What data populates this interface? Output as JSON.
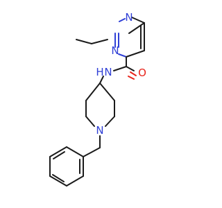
{
  "molecule": {
    "atoms": [
      {
        "id": "n_pyr2",
        "symbol": "N",
        "color": "#2f3fd6"
      },
      {
        "id": "n_pyr1",
        "symbol": "N",
        "color": "#2f3fd6"
      },
      {
        "id": "n_amide",
        "symbol": "N",
        "h_label": "H",
        "color": "#2f3fd6"
      },
      {
        "id": "o_carbonyl",
        "symbol": "O",
        "color": "#e8231a"
      },
      {
        "id": "n_pip",
        "symbol": "N",
        "color": "#2f3fd6"
      }
    ],
    "colors": {
      "bond": "#1a1a1a",
      "nitrogen": "#2f3fd6",
      "oxygen": "#e8231a"
    }
  }
}
